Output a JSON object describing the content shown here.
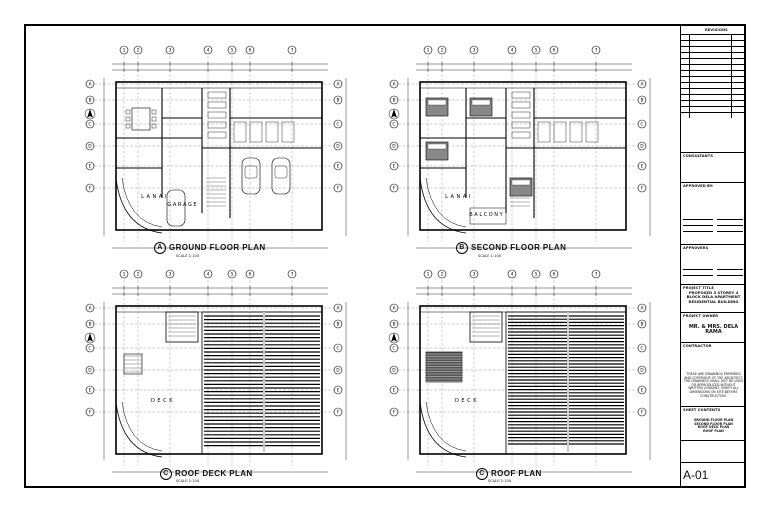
{
  "plans": [
    {
      "id": "ground",
      "badge": "A",
      "title": "GROUND FLOOR PLAN",
      "scale": "SCALE 1:100",
      "labels": [
        "L A N A I",
        "G A R A G E"
      ]
    },
    {
      "id": "second",
      "badge": "B",
      "title": "SECOND FLOOR PLAN",
      "scale": "SCALE 1:100",
      "labels": [
        "L A N A I",
        "B A L C O N Y"
      ]
    },
    {
      "id": "roofdeck",
      "badge": "C",
      "title": "ROOF DECK PLAN",
      "scale": "SCALE 1:100",
      "labels": [
        "D E C K"
      ]
    },
    {
      "id": "roof",
      "badge": "C",
      "title": "ROOF PLAN",
      "scale": "SCALE 1:100",
      "labels": [
        "D E C K"
      ]
    }
  ],
  "title_block": {
    "revisions_label": "REVISIONS",
    "consultants_label": "CONSULTANTS",
    "approved_label": "APPROVED BY:",
    "approvers_label": "APPROVERS",
    "project_title_label": "PROJECT TITLE",
    "project_title": "PROPOSED 3 STOREY 4 BLOCK DELA APARTMENT RESIDENTIAL BUILDING",
    "project_owner_label": "PROJECT OWNER",
    "project_owner": "MR. & MRS. DELA RAMA",
    "contractor_label": "CONTRACTOR",
    "notes_text": "THESE ARE DRAWINGS PREPARED AND COPYRIGHT OF THE ARCHITECT. THE DRAWINGS SHALL NOT BE USED OR REPRODUCED WITHOUT WRITTEN CONSENT. VERIFY ALL DIMENSIONS ON SITE BEFORE CONSTRUCTION.",
    "sheet_contents_label": "SHEET CONTENTS",
    "sheet_contents": [
      "GROUND FLOOR PLAN",
      "SECOND FLOOR PLAN",
      "ROOF DECK PLAN",
      "ROOF PLAN"
    ],
    "sheet_number": "A-01"
  },
  "grid_numbers": [
    "1",
    "2",
    "3",
    "4",
    "5",
    "6",
    "7"
  ],
  "grid_letters": [
    "A",
    "B",
    "C",
    "D",
    "E",
    "F"
  ]
}
